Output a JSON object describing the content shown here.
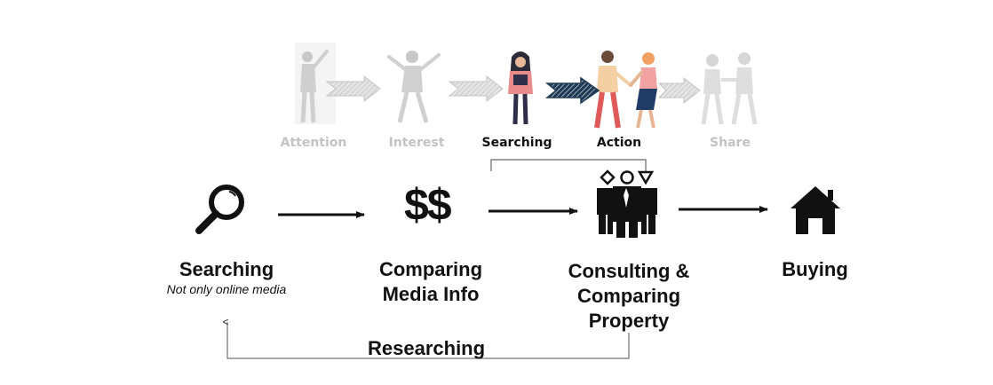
{
  "stages": [
    {
      "label": "Attention",
      "state": "faded"
    },
    {
      "label": "Interest",
      "state": "faded"
    },
    {
      "label": "Searching",
      "state": "active"
    },
    {
      "label": "Action",
      "state": "active"
    },
    {
      "label": "Share",
      "state": "faded"
    }
  ],
  "steps": [
    {
      "title": "Searching",
      "subtitle": "Not only online media",
      "icon": "magnifier-icon"
    },
    {
      "title": "Comparing Media Info",
      "icon": "dollar-icon",
      "icon_text": "$$"
    },
    {
      "title": "Consulting & Comparing Property",
      "icon": "people-group-icon"
    },
    {
      "title": "Buying",
      "icon": "house-icon"
    }
  ],
  "loop_label": "Researching",
  "colors": {
    "faded": "#c3c3c3",
    "active_arrow": "#1f3b55",
    "ink": "#111111"
  }
}
